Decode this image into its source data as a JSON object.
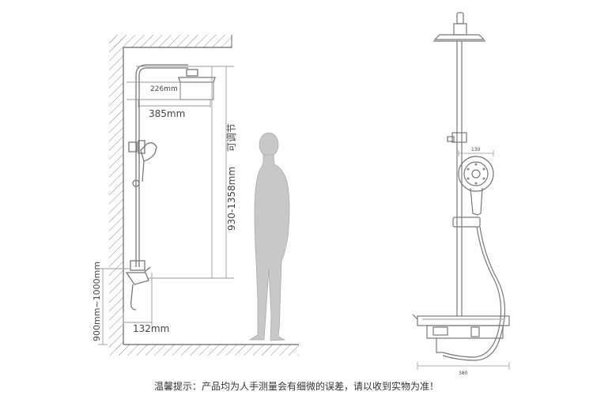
{
  "dimensions": {
    "head_depth": "226mm",
    "arm_length": "385mm",
    "adjustable_range": "930-1358mm",
    "adjustable_label": "可调节",
    "mixer_height": "900mm~1000mm",
    "mixer_depth": "132mm",
    "hand_shower_width": "130",
    "shelf_width": "380"
  },
  "note": "温馨提示：产品均为人手测量会有细微的误差，请以收到实物为准！",
  "colors": {
    "line": "#777777",
    "dim_line": "#999999",
    "figure": "#c8c8c8",
    "wall_hatch": "#888888"
  }
}
